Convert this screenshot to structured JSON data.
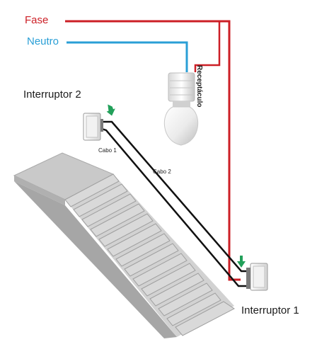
{
  "labels": {
    "fase": "Fase",
    "neutro": "Neutro",
    "receptaculo": "Receptáculo",
    "interruptor_2": "Interruptor 2",
    "interruptor_1": "Interruptor 1",
    "cabo_1": "Cabo 1",
    "cabo_2": "Cabo 2"
  },
  "colors": {
    "fase": "#cc1f26",
    "neutro": "#2a9fd6",
    "traveler": "#111111",
    "arrow": "#22a05a",
    "stairs": "#bdbdbd"
  },
  "icons": [
    "light-bulb-icon",
    "arrow-down-icon",
    "switch-icon",
    "stairs-illustration"
  ]
}
